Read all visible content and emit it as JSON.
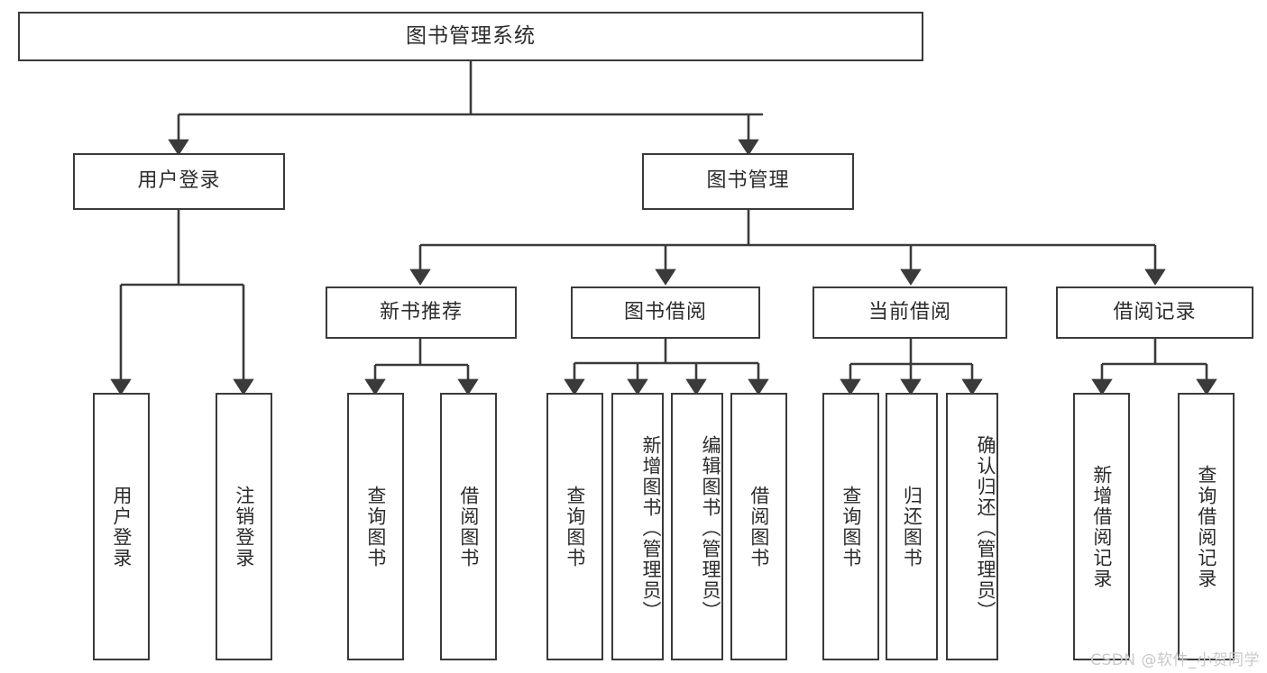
{
  "diagram": {
    "type": "tree-hierarchy",
    "title": "图书管理系统",
    "orientation": "top-down",
    "colors": {
      "box_border": "#3a3a3a",
      "box_fill": "#ffffff",
      "connector": "#3a3a3a",
      "text": "#2b2b2b",
      "watermark": "#c9c9c9"
    },
    "root": {
      "label": "图书管理系统"
    },
    "level1": [
      {
        "label": "用户登录"
      },
      {
        "label": "图书管理"
      }
    ],
    "level2": [
      {
        "label": "新书推荐"
      },
      {
        "label": "图书借阅"
      },
      {
        "label": "当前借阅"
      },
      {
        "label": "借阅记录"
      }
    ],
    "leaves": {
      "user_login": [
        {
          "label": "用户登录"
        },
        {
          "label": "注销登录"
        }
      ],
      "new_book_recommend": [
        {
          "label": "查询图书"
        },
        {
          "label": "借阅图书"
        }
      ],
      "book_borrow": [
        {
          "label": "查询图书"
        },
        {
          "label": "新增图书（管理员）"
        },
        {
          "label": "编辑图书（管理员）"
        },
        {
          "label": "借阅图书"
        }
      ],
      "current_borrow": [
        {
          "label": "查询图书"
        },
        {
          "label": "归还图书"
        },
        {
          "label": "确认归还（管理员）"
        }
      ],
      "borrow_record": [
        {
          "label": "新增借阅记录"
        },
        {
          "label": "查询借阅记录"
        }
      ]
    }
  },
  "watermark": {
    "text": "CSDN @软件_小贺同学"
  }
}
